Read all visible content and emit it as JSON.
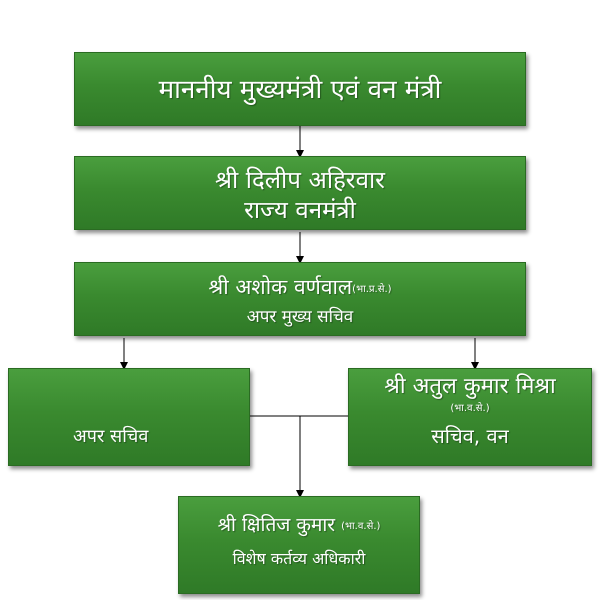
{
  "chart": {
    "nodes": {
      "minister": {
        "line1": "माननीय मुख्यमंत्री एवं वन मंत्री"
      },
      "state_minister": {
        "line1": "श्री दिलीप अहिरवार",
        "line2": "राज्य वनमंत्री"
      },
      "acs": {
        "name": "श्री अशोक वर्णवाल",
        "qual": "(भा.प्र.से.)",
        "line2": "अपर मुख्य सचिव"
      },
      "additional_secretary": {
        "line1": "अपर सचिव"
      },
      "secretary": {
        "line1": "श्री अतुल कुमार मिश्रा",
        "qual": "(भा.व.से.)",
        "line3": "सचिव, वन"
      },
      "osd": {
        "name": "श्री क्षितिज कुमार",
        "qual": "(भा.व.से.)",
        "line2": "विशेष कर्तव्य अधिकारी"
      }
    },
    "colors": {
      "box_fill": "#3a8a2f",
      "text": "#ffffff",
      "connector": "#000000"
    }
  }
}
